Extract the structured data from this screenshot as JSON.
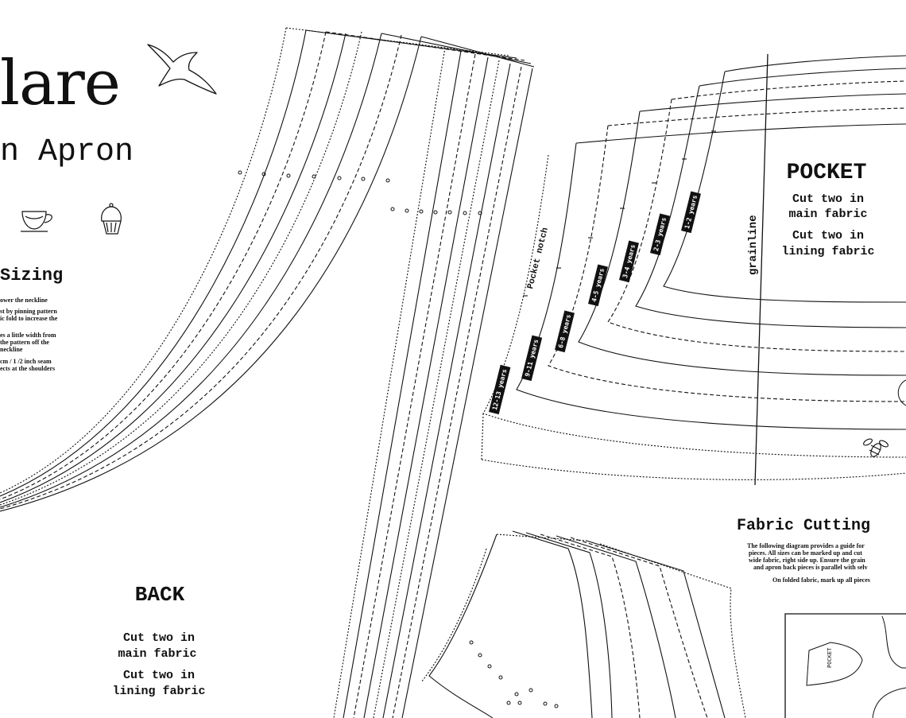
{
  "title": {
    "name": "lare",
    "subtitle": "n Apron"
  },
  "sizing": {
    "heading": "Sizing",
    "notes": [
      "ower the neckline",
      "st by pinning pattern",
      "ic fold to increase the",
      "",
      "es a little width from",
      "the pattern off the",
      "neckline",
      "cm / 1 /2 inch seam",
      "ects at the shoulders"
    ]
  },
  "back": {
    "heading": "BACK",
    "line1a": "Cut two in",
    "line1b": "main fabric",
    "line2a": "Cut two in",
    "line2b": "lining fabric"
  },
  "pocket": {
    "heading": "POCKET",
    "line1a": "Cut two in",
    "line1b": "main fabric",
    "line2a": "Cut two in",
    "line2b": "lining fabric",
    "grainline": "grainline",
    "notch": "Pocket notch",
    "sizes": [
      "12-13 years",
      "9-11 years",
      "6-8 years",
      "4-5 years",
      "3-4 years",
      "2-3 years",
      "1-2 years"
    ]
  },
  "fabric_cutting": {
    "heading": "Fabric Cutting",
    "lines": [
      "The following diagram provides a guide for",
      "pieces. All sizes can be marked up and cut",
      "wide fabric, right side up. Ensure the grain",
      "and apron back pieces is parallel with selv"
    ],
    "note": "On folded fabric, mark up all pieces"
  },
  "icons": [
    "bird-icon",
    "teacup-icon",
    "cupcake-icon",
    "bee-icon"
  ]
}
